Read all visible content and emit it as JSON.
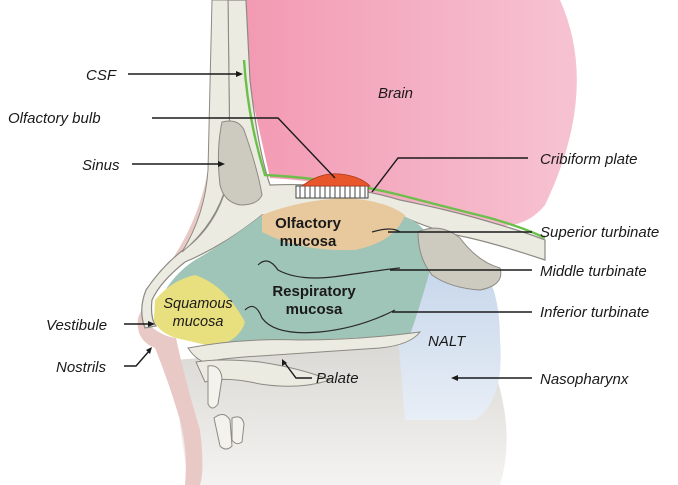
{
  "labels": {
    "csf": "CSF",
    "olfactory_bulb": "Olfactory bulb",
    "sinus": "Sinus",
    "vestibule": "Vestibule",
    "nostrils": "Nostrils",
    "cribriform_plate": "Cribiform plate",
    "superior_turbinate": "Superior turbinate",
    "middle_turbinate": "Middle turbinate",
    "inferior_turbinate": "Inferior turbinate",
    "nasopharynx": "Nasopharynx"
  },
  "regions": {
    "brain": "Brain",
    "olfactory_mucosa_1": "Olfactory",
    "olfactory_mucosa_2": "mucosa",
    "respiratory_mucosa_1": "Respiratory",
    "respiratory_mucosa_2": "mucosa",
    "squamous_mucosa_1": "Squamous",
    "squamous_mucosa_2": "mucosa",
    "nalt": "NALT",
    "palate": "Palate"
  },
  "colors": {
    "brain": "#f4a6bd",
    "bone": "#ecebe2",
    "bone_stroke": "#8c8a82",
    "sinus": "#cdcbbf",
    "skin": "#e9c9c5",
    "respiratory": "#9fc4b8",
    "olfactory": "#e8c99e",
    "squamous": "#e8df7e",
    "nalt": "#c7d6ea",
    "bulb": "#e8562c",
    "csf": "#6cbf4a",
    "throat": "#c8c6c2"
  }
}
